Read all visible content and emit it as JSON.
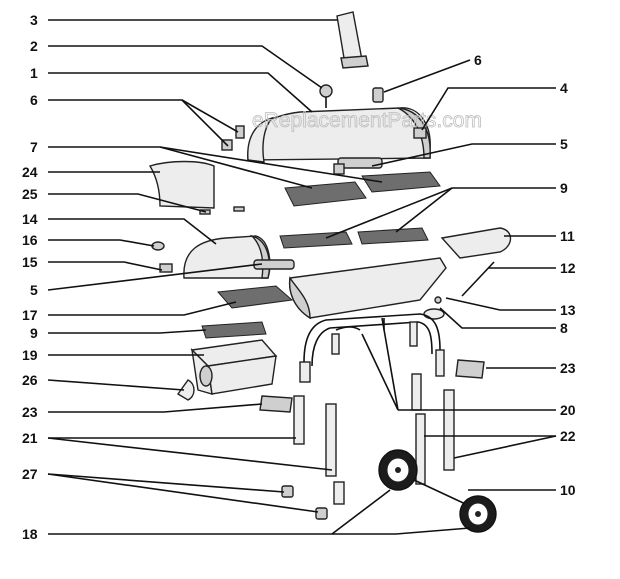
{
  "watermark": "eReplacementParts.com",
  "callouts": {
    "c1": "1",
    "c2": "2",
    "c3": "3",
    "c4": "4",
    "c5a": "5",
    "c5b": "5",
    "c6a": "6",
    "c6b": "6",
    "c7": "7",
    "c8": "8",
    "c9a": "9",
    "c9b": "9",
    "c10": "10",
    "c11": "11",
    "c12": "12",
    "c13": "13",
    "c14": "14",
    "c15": "15",
    "c16": "16",
    "c17": "17",
    "c18": "18",
    "c19": "19",
    "c20": "20",
    "c21": "21",
    "c22": "22",
    "c23a": "23",
    "c23b": "23",
    "c24": "24",
    "c25": "25",
    "c26": "26",
    "c27": "27"
  }
}
